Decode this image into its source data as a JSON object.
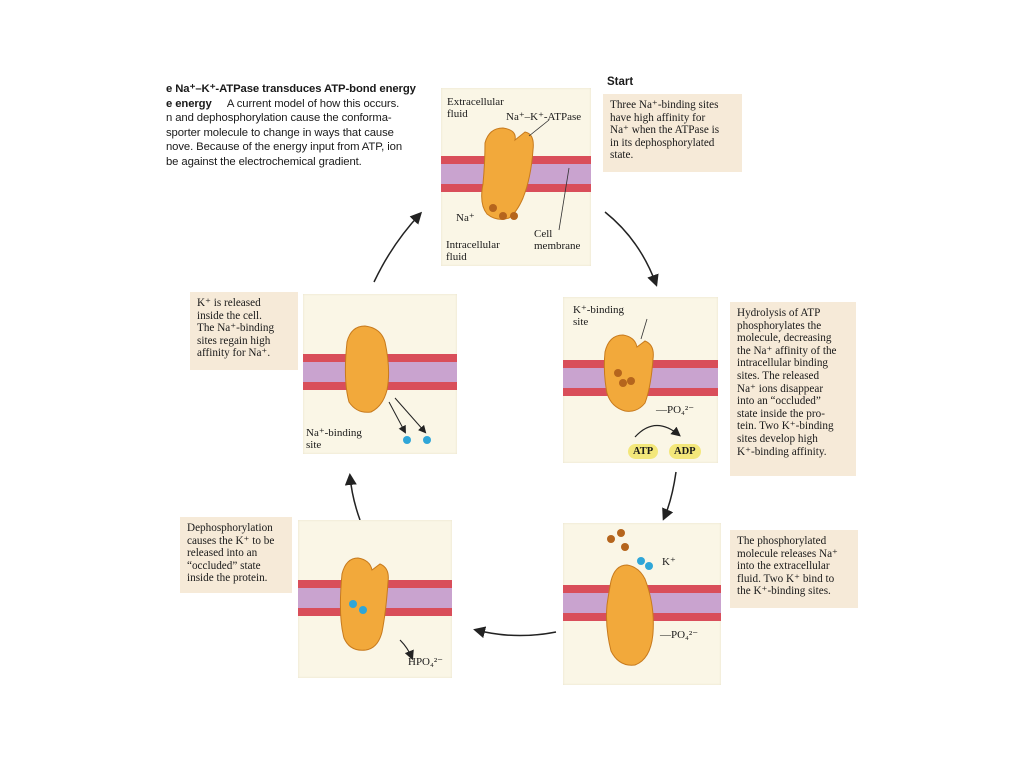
{
  "caption": {
    "line1_bold": "e Na⁺–K⁺-ATPase transduces ATP-bond energy",
    "line2_bold": "e energy",
    "line2_rest": "A current model of how this occurs.",
    "line3": "n and dephosphorylation cause the conforma-",
    "line4": "sporter molecule to change in ways that cause",
    "line5": "nove. Because of the energy input from ATP, ion",
    "line6": "be against the electrochemical gradient."
  },
  "start_label": "Start",
  "panel1": {
    "extracellular": [
      "Extracellular",
      "fluid"
    ],
    "atpase": "Na⁺–K⁺-ATPase",
    "na": "Na⁺",
    "intracellular": [
      "Intracellular",
      "fluid"
    ],
    "membrane": [
      "Cell",
      "membrane"
    ],
    "note": [
      "Three Na⁺-binding sites",
      "have high affinity for",
      "Na⁺ when the ATPase is",
      "in its dephosphorylated",
      "state."
    ]
  },
  "panel2": {
    "site": [
      "K⁺-binding",
      "site"
    ],
    "po4": "—PO₄²⁻",
    "atp": "ATP",
    "adp": "ADP",
    "note": [
      "Hydrolysis of ATP",
      "phosphorylates the",
      "molecule, decreasing",
      "the Na⁺ affinity of the",
      "intracellular binding",
      "sites. The released",
      "Na⁺ ions disappear",
      "into an “occluded”",
      "state inside the pro-",
      "tein. Two K⁺-binding",
      "sites develop high",
      "K⁺-binding affinity."
    ]
  },
  "panel3": {
    "k": "K⁺",
    "po4": "—PO₄²⁻",
    "note": [
      "The phosphorylated",
      "molecule releases Na⁺",
      "into the extracellular",
      "fluid. Two K⁺ bind to",
      "the K⁺-binding sites."
    ]
  },
  "panel4": {
    "hpo4": "HPO₄²⁻",
    "note": [
      "Dephosphorylation",
      "causes the K⁺ to be",
      "released into an",
      "“occluded” state",
      "inside the protein."
    ]
  },
  "panel5": {
    "site": [
      "Na⁺-binding",
      "site"
    ],
    "note": [
      "K⁺ is released",
      "inside the cell.",
      "The Na⁺-binding",
      "sites regain high",
      "affinity for Na⁺."
    ]
  },
  "colors": {
    "protein": "#f2a93b",
    "membrane_red": "#d94e5a",
    "membrane_purple": "#c9a3cf",
    "na_ion": "#b5651d",
    "k_ion": "#2fa6d8",
    "note_bg": "#f6ead8",
    "panel_bg": "#faf6e6"
  }
}
